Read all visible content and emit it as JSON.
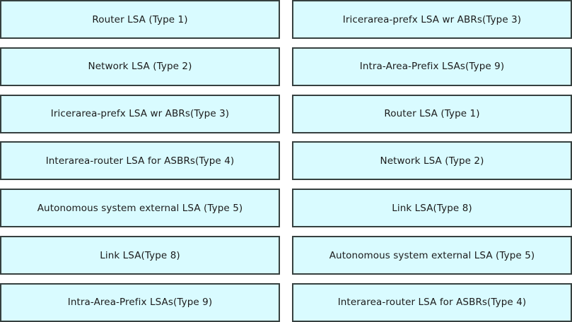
{
  "diagram": {
    "type": "two-column-matching-list",
    "colors": {
      "box_fill": "#d9fbff",
      "box_border": "#36403f",
      "text": "#1b1b1b",
      "background": "#ffffff"
    },
    "columns": [
      {
        "name": "left-column",
        "items": [
          {
            "label": "Router LSA (Type 1)"
          },
          {
            "label": "Network LSA (Type 2)"
          },
          {
            "label": "Iricerarea-prefx LSA wr ABRs(Type 3)"
          },
          {
            "label": "Interarea-router LSA for ASBRs(Type 4)"
          },
          {
            "label": "Autonomous system external LSA (Type 5)"
          },
          {
            "label": "Link LSA(Type 8)"
          },
          {
            "label": "Intra-Area-Prefix LSAs(Type 9)"
          }
        ]
      },
      {
        "name": "right-column",
        "items": [
          {
            "label": "Iricerarea-prefx LSA wr ABRs(Type 3)"
          },
          {
            "label": "Intra-Area-Prefix LSAs(Type 9)"
          },
          {
            "label": "Router LSA (Type 1)"
          },
          {
            "label": "Network LSA (Type 2)"
          },
          {
            "label": "Link LSA(Type 8)"
          },
          {
            "label": "Autonomous system external LSA (Type 5)"
          },
          {
            "label": "Interarea-router LSA for ASBRs(Type 4)"
          }
        ]
      }
    ]
  }
}
